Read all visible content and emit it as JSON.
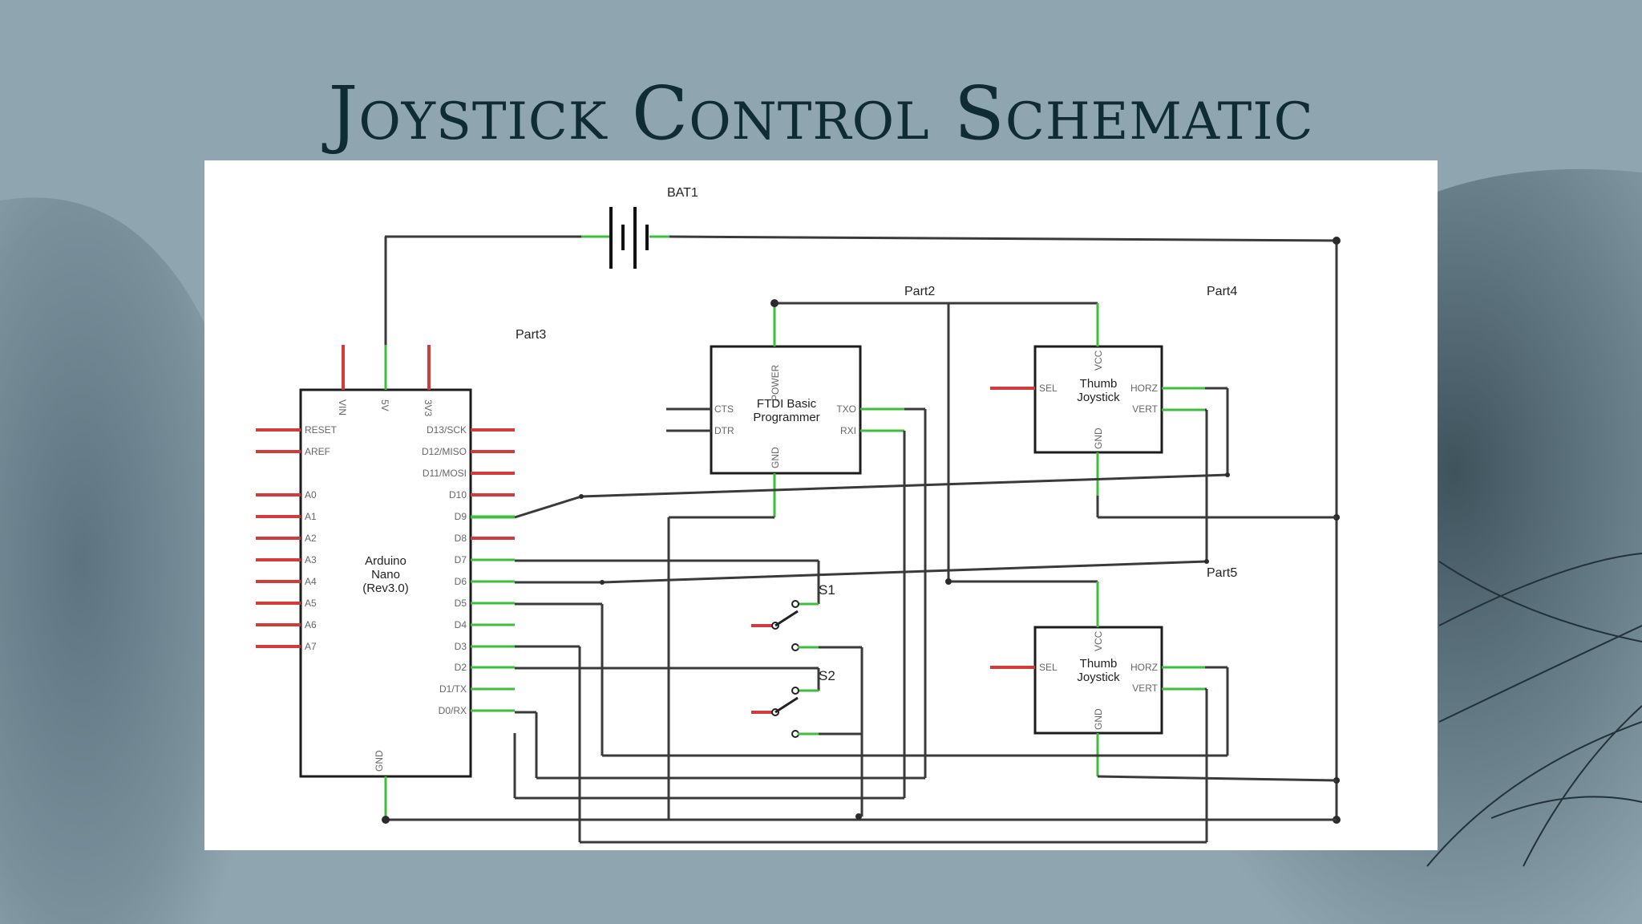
{
  "title": "Joystick Control Schematic",
  "labels": {
    "bat1": "BAT1",
    "part2": "Part2",
    "part3": "Part3",
    "part4": "Part4",
    "part5": "Part5",
    "s1": "S1",
    "s2": "S2"
  },
  "arduino": {
    "name_lines": [
      "Arduino",
      "Nano",
      "(Rev3.0)"
    ],
    "top_pins": [
      "VIN",
      "5V",
      "3V3"
    ],
    "left_pins": [
      "RESET",
      "AREF",
      "A0",
      "A1",
      "A2",
      "A3",
      "A4",
      "A5",
      "A6",
      "A7"
    ],
    "right_pins": [
      "D13/SCK",
      "D12/MISO",
      "D11/MOSI",
      "D10",
      "D9",
      "D8",
      "D7",
      "D6",
      "D5",
      "D4",
      "D3",
      "D2",
      "D1/TX",
      "D0/RX"
    ],
    "bottom_pin": "GND"
  },
  "ftdi": {
    "name_lines": [
      "FTDI Basic",
      "Programmer"
    ],
    "pins": {
      "power": "POWER",
      "gnd": "GND",
      "cts": "CTS",
      "dtr": "DTR",
      "txo": "TXO",
      "rxi": "RXI"
    }
  },
  "joystick_top": {
    "name_lines": [
      "Thumb",
      "Joystick"
    ],
    "pins": {
      "vcc": "VCC",
      "gnd": "GND",
      "sel": "SEL",
      "horz": "HORZ",
      "vert": "VERT"
    }
  },
  "joystick_bottom": {
    "name_lines": [
      "Thumb",
      "Joystick"
    ],
    "pins": {
      "vcc": "VCC",
      "gnd": "GND",
      "sel": "SEL",
      "horz": "HORZ",
      "vert": "VERT"
    }
  }
}
